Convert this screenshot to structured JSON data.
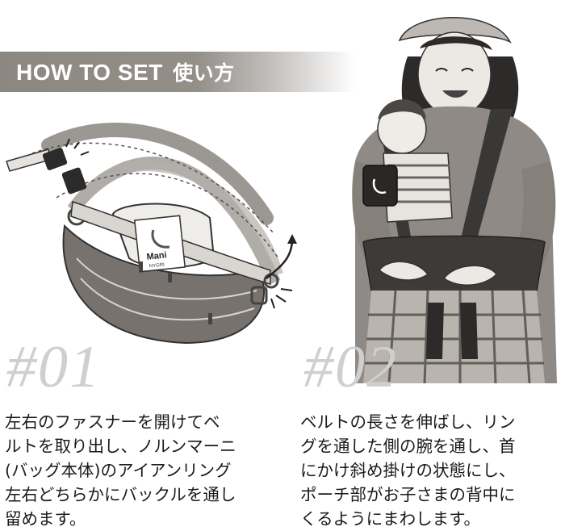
{
  "banner": {
    "title_en": "HOW TO SET",
    "title_jp": "使い方"
  },
  "steps": [
    {
      "number": "#01",
      "lines": [
        "左右のファスナーを開けてベ",
        "ルトを取り出し、ノルンマーニ",
        "(バッグ本体)のアイアンリング",
        "左右どちらかにバックルを通し",
        "留めます。"
      ]
    },
    {
      "number": "#02",
      "lines": [
        "ベルトの長さを伸ばし、リン",
        "グを通した側の腕を通し、首",
        "にかけ斜め掛けの状態にし、",
        "ポーチ部がお子さまの背中に",
        "くるようにまわします。"
      ]
    }
  ],
  "bag_label": {
    "brand": "Mani",
    "sub": "NYGRI"
  }
}
